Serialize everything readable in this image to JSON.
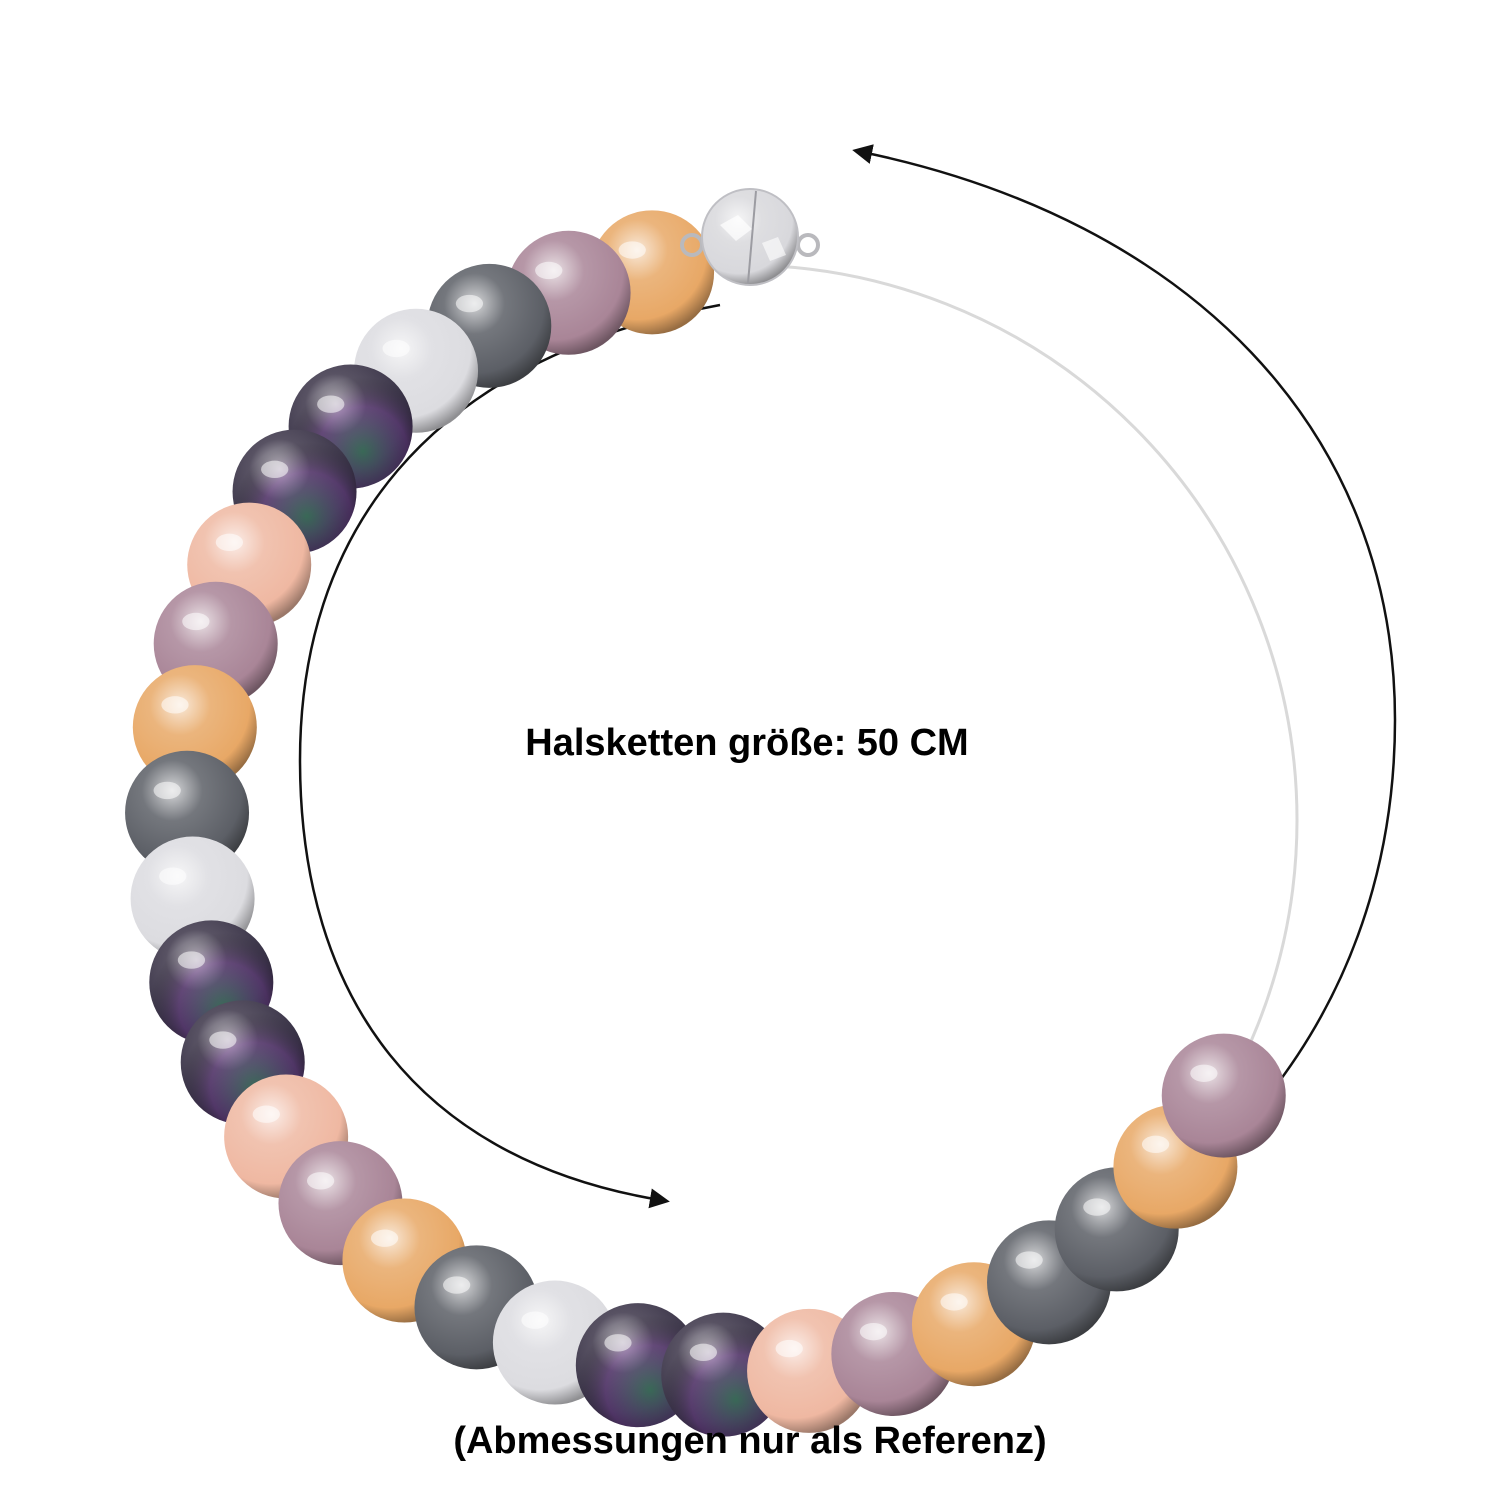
{
  "product": {
    "size_label": "Halsketten größe: 50 CM",
    "reference_note": "(Abmessungen nur als Referenz)"
  },
  "colors": {
    "gold": "#e8a866",
    "mauve": "#a98597",
    "grey": "#5c5f66",
    "white": "#dcdce0",
    "peacock": "#3a3448",
    "peach": "#efb8a2",
    "clasp": "#d8d8dc",
    "arrow": "#111111"
  },
  "pearls": [
    {
      "name": "pearl-gold",
      "color": "gold"
    },
    {
      "name": "pearl-mauve",
      "color": "mauve"
    },
    {
      "name": "pearl-grey",
      "color": "grey"
    },
    {
      "name": "pearl-white",
      "color": "white"
    },
    {
      "name": "pearl-peacock",
      "color": "peacock"
    },
    {
      "name": "pearl-peacock",
      "color": "peacock"
    },
    {
      "name": "pearl-peach",
      "color": "peach"
    },
    {
      "name": "pearl-mauve",
      "color": "mauve"
    },
    {
      "name": "pearl-gold",
      "color": "gold"
    },
    {
      "name": "pearl-grey",
      "color": "grey"
    },
    {
      "name": "pearl-white",
      "color": "white"
    },
    {
      "name": "pearl-peacock",
      "color": "peacock"
    },
    {
      "name": "pearl-peacock",
      "color": "peacock"
    },
    {
      "name": "pearl-peach",
      "color": "peach"
    },
    {
      "name": "pearl-mauve",
      "color": "mauve"
    },
    {
      "name": "pearl-gold",
      "color": "gold"
    },
    {
      "name": "pearl-grey",
      "color": "grey"
    },
    {
      "name": "pearl-white",
      "color": "white"
    },
    {
      "name": "pearl-peacock",
      "color": "peacock"
    },
    {
      "name": "pearl-peacock",
      "color": "peacock"
    },
    {
      "name": "pearl-peach",
      "color": "peach"
    },
    {
      "name": "pearl-mauve",
      "color": "mauve"
    },
    {
      "name": "pearl-gold",
      "color": "gold"
    },
    {
      "name": "pearl-grey",
      "color": "grey"
    },
    {
      "name": "pearl-grey",
      "color": "grey"
    },
    {
      "name": "pearl-gold",
      "color": "gold"
    },
    {
      "name": "pearl-mauve",
      "color": "mauve"
    }
  ]
}
